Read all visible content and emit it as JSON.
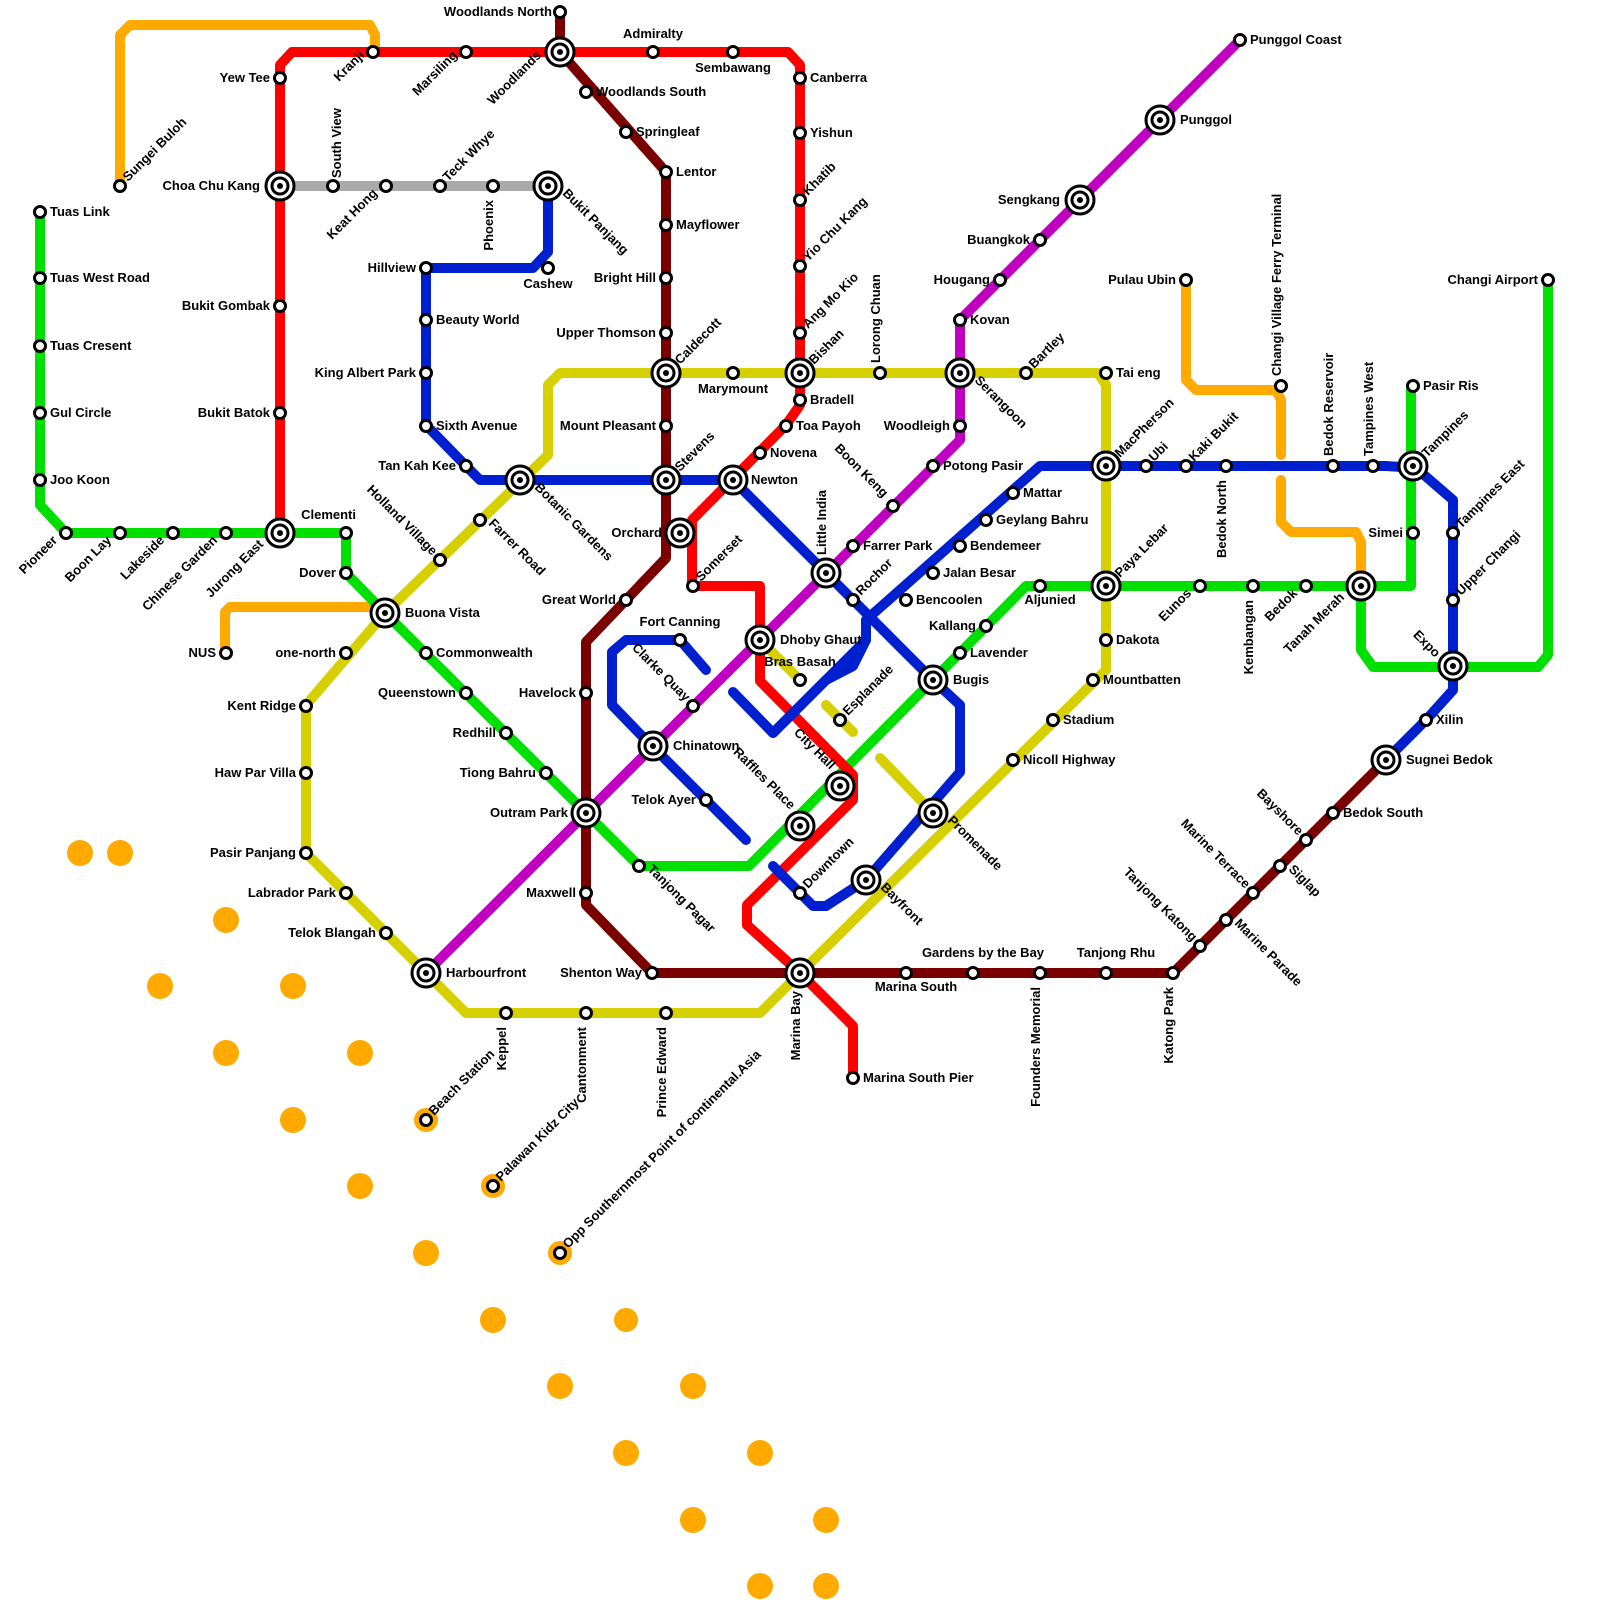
{
  "lines": [
    {
      "id": "ns",
      "color": "#ff0000"
    },
    {
      "id": "ew",
      "color": "#00e000"
    },
    {
      "id": "cc",
      "color": "#d6d000"
    },
    {
      "id": "ne",
      "color": "#c000c0"
    },
    {
      "id": "dt",
      "color": "#0020d0"
    },
    {
      "id": "te",
      "color": "#7a0000"
    },
    {
      "id": "jr",
      "color": "#aaaaaa"
    },
    {
      "id": "ext",
      "color": "#ffaa00"
    }
  ],
  "stations": [
    "Woodlands North",
    "Admiralty",
    "Sembawang",
    "Canberra",
    "Yishun",
    "Khatib",
    "Yio Chu Kang",
    "Ang Mo Kio",
    "Bishan",
    "Bradell",
    "Toa Payoh",
    "Novena",
    "Newton",
    "Orchard",
    "Somerset",
    "Dhoby Ghaut",
    "City Hall",
    "Raffles Place",
    "Marina Bay",
    "Marina South Pier",
    "Yew Tee",
    "Kranji",
    "Marsiling",
    "Woodlands",
    "Woodlands South",
    "Springleaf",
    "Lentor",
    "Mayflower",
    "Bright Hill",
    "Upper Thomson",
    "Caldecott",
    "Mount Pleasant",
    "Stevens",
    "Great World",
    "Havelock",
    "Outram Park",
    "Maxwell",
    "Shenton Way",
    "Marina South",
    "Gardens by the Bay",
    "Tanjong Rhu",
    "Founders Memorial",
    "Katong Park",
    "Tanjong Katong",
    "Marine Parade",
    "Marine Terrace",
    "Siglap",
    "Bayshore",
    "Bedok South",
    "Sugnei Bedok",
    "Xilin",
    "Choa Chu Kang",
    "South View",
    "Keat Hong",
    "Teck Whye",
    "Phoenix",
    "Bukit Panjang",
    "Cashew",
    "Hillview",
    "Beauty World",
    "King Albert Park",
    "Sixth Avenue",
    "Tan Kah Kee",
    "Botanic Gardens",
    "Bukit Gombak",
    "Bukit Batok",
    "Jurong East",
    "Clementi",
    "Dover",
    "Buona Vista",
    "Commonwealth",
    "Queenstown",
    "Redhill",
    "Tiong Bahru",
    "Tanjong Pagar",
    "Downtown",
    "Bayfront",
    "Promenade",
    "Esplanade",
    "Bras Basah",
    "Fort Canning",
    "Clarke Quay",
    "Chinatown",
    "Telok Ayer",
    "Tuas Link",
    "Tuas West Road",
    "Tuas Cresent",
    "Gul Circle",
    "Joo Koon",
    "Pioneer",
    "Boon Lay",
    "Lakeside",
    "Chinese Garden",
    "Sungei Buloh",
    "NUS",
    "Holland Village",
    "Farrer Road",
    "one-north",
    "Kent Ridge",
    "Haw Par Villa",
    "Pasir Panjang",
    "Labrador Park",
    "Telok Blangah",
    "Harbourfront",
    "Keppel",
    "Cantonment",
    "Prince Edward",
    "Beach Station",
    "Palawan Kidz City",
    "Opp Southernmost Point of continental.Asia",
    "Marymount",
    "Lorong Chuan",
    "Serangoon",
    "Bartley",
    "Tai eng",
    "MacPherson",
    "Paya Lebar",
    "Dakota",
    "Mountbatten",
    "Stadium",
    "Nicoll Highway",
    "Punggol Coast",
    "Punggol",
    "Sengkang",
    "Buangkok",
    "Hougang",
    "Kovan",
    "Woodleigh",
    "Potong Pasir",
    "Boon Keng",
    "Farrer Park",
    "Little India",
    "Rochor",
    "Bencoolen",
    "Jalan Besar",
    "Bendemeer",
    "Geylang Bahru",
    "Mattar",
    "Ubi",
    "Kaki Bukit",
    "Bedok North",
    "Bedok Reservoir",
    "Tampines West",
    "Tampines",
    "Pasir Ris",
    "Simei",
    "Tampines East",
    "Upper Changi",
    "Expo",
    "Changi Airport",
    "Pulau Ubin",
    "Changi Village Ferry Terminal",
    "Eunos",
    "Kembangan",
    "Bedok",
    "Tanah Merah",
    "Aljunied",
    "Kallang",
    "Lavender",
    "Bugis"
  ]
}
